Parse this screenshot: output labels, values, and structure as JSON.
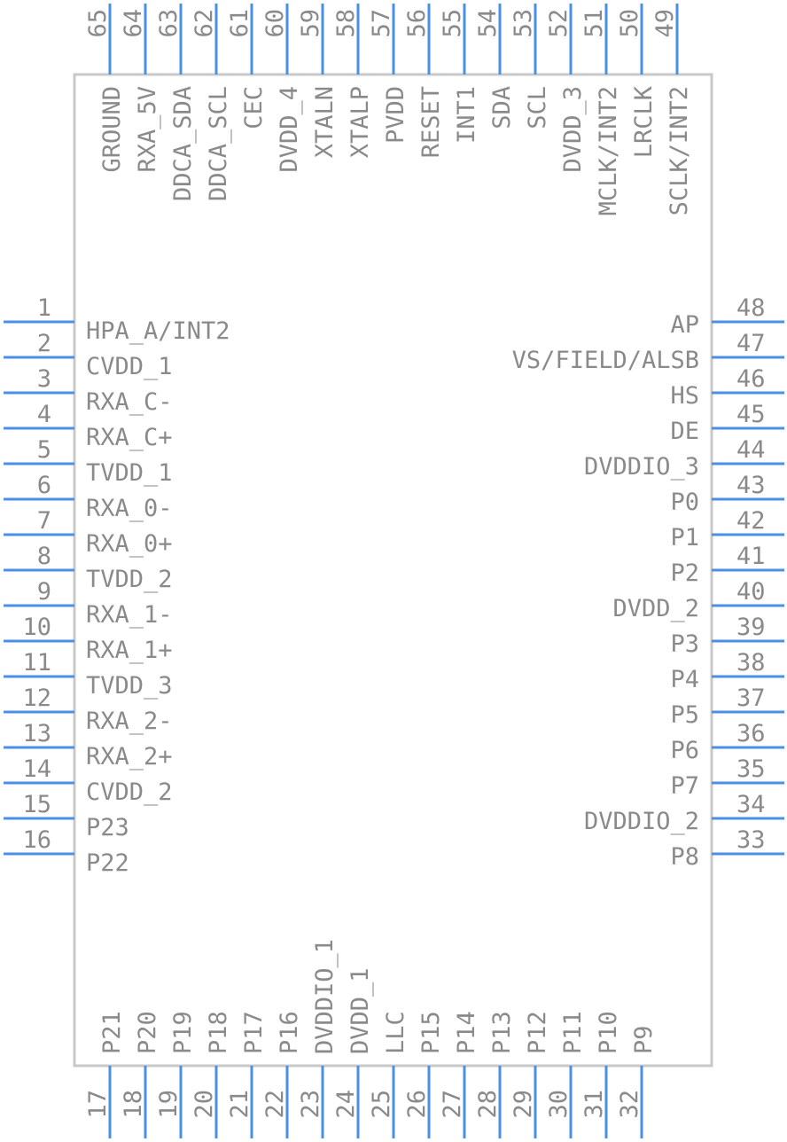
{
  "colors": {
    "pin_line": "#4a8fe8",
    "body_outline": "#c8c8c8",
    "text": "#8a8a8a"
  },
  "left_pins": [
    {
      "num": "1",
      "name": "HPA_A/INT2"
    },
    {
      "num": "2",
      "name": "CVDD_1"
    },
    {
      "num": "3",
      "name": "RXA_C-"
    },
    {
      "num": "4",
      "name": "RXA_C+"
    },
    {
      "num": "5",
      "name": "TVDD_1"
    },
    {
      "num": "6",
      "name": "RXA_0-"
    },
    {
      "num": "7",
      "name": "RXA_0+"
    },
    {
      "num": "8",
      "name": "TVDD_2"
    },
    {
      "num": "9",
      "name": "RXA_1-"
    },
    {
      "num": "10",
      "name": "RXA_1+"
    },
    {
      "num": "11",
      "name": "TVDD_3"
    },
    {
      "num": "12",
      "name": "RXA_2-"
    },
    {
      "num": "13",
      "name": "RXA_2+"
    },
    {
      "num": "14",
      "name": "CVDD_2"
    },
    {
      "num": "15",
      "name": "P23"
    },
    {
      "num": "16",
      "name": "P22"
    }
  ],
  "right_pins": [
    {
      "num": "48",
      "name": "AP"
    },
    {
      "num": "47",
      "name": "VS/FIELD/ALSB"
    },
    {
      "num": "46",
      "name": "HS"
    },
    {
      "num": "45",
      "name": "DE"
    },
    {
      "num": "44",
      "name": "DVDDIO_3"
    },
    {
      "num": "43",
      "name": "P0"
    },
    {
      "num": "42",
      "name": "P1"
    },
    {
      "num": "41",
      "name": "P2"
    },
    {
      "num": "40",
      "name": "DVDD_2"
    },
    {
      "num": "39",
      "name": "P3"
    },
    {
      "num": "38",
      "name": "P4"
    },
    {
      "num": "37",
      "name": "P5"
    },
    {
      "num": "36",
      "name": "P6"
    },
    {
      "num": "35",
      "name": "P7"
    },
    {
      "num": "34",
      "name": "DVDDIO_2"
    },
    {
      "num": "33",
      "name": "P8"
    }
  ],
  "bottom_pins": [
    {
      "num": "17",
      "name": "P21"
    },
    {
      "num": "18",
      "name": "P20"
    },
    {
      "num": "19",
      "name": "P19"
    },
    {
      "num": "20",
      "name": "P18"
    },
    {
      "num": "21",
      "name": "P17"
    },
    {
      "num": "22",
      "name": "P16"
    },
    {
      "num": "23",
      "name": "DVDDIO_1"
    },
    {
      "num": "24",
      "name": "DVDD_1"
    },
    {
      "num": "25",
      "name": "LLC"
    },
    {
      "num": "26",
      "name": "P15"
    },
    {
      "num": "27",
      "name": "P14"
    },
    {
      "num": "28",
      "name": "P13"
    },
    {
      "num": "29",
      "name": "P12"
    },
    {
      "num": "30",
      "name": "P11"
    },
    {
      "num": "31",
      "name": "P10"
    },
    {
      "num": "32",
      "name": "P9"
    }
  ],
  "top_pins": [
    {
      "num": "65",
      "name": "GROUND"
    },
    {
      "num": "64",
      "name": "RXA_5V"
    },
    {
      "num": "63",
      "name": "DDCA_SDA"
    },
    {
      "num": "62",
      "name": "DDCA_SCL"
    },
    {
      "num": "61",
      "name": "CEC"
    },
    {
      "num": "60",
      "name": "DVDD_4"
    },
    {
      "num": "59",
      "name": "XTALN"
    },
    {
      "num": "58",
      "name": "XTALP"
    },
    {
      "num": "57",
      "name": "PVDD"
    },
    {
      "num": "56",
      "name": "RESET"
    },
    {
      "num": "55",
      "name": "INT1"
    },
    {
      "num": "54",
      "name": "SDA"
    },
    {
      "num": "53",
      "name": "SCL"
    },
    {
      "num": "52",
      "name": "DVDD_3"
    },
    {
      "num": "51",
      "name": "MCLK/INT2"
    },
    {
      "num": "50",
      "name": "LRCLK"
    },
    {
      "num": "49",
      "name": "SCLK/INT2"
    }
  ]
}
